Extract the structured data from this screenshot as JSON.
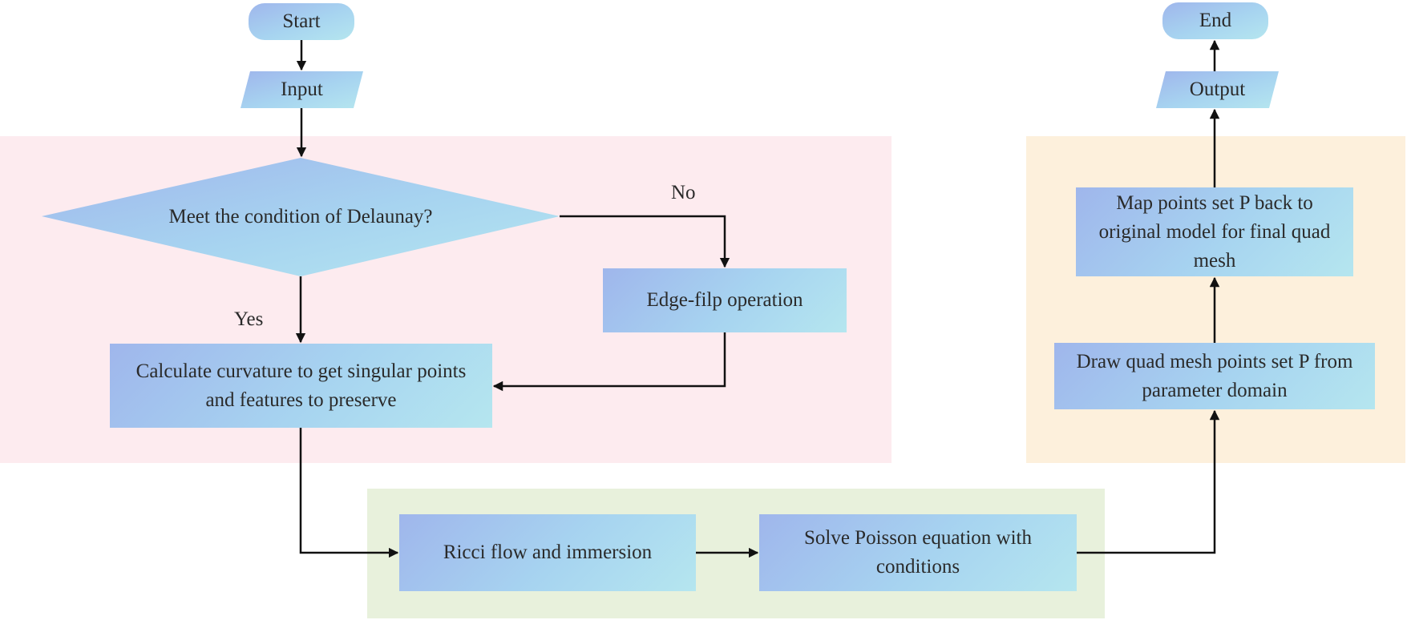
{
  "nodes": {
    "start": "Start",
    "input": "Input",
    "decision": "Meet the condition of Delaunay?",
    "edge_flip": "Edge-filp operation",
    "calculate": "Calculate curvature to get singular points and features to preserve",
    "ricci": "Ricci flow and immersion",
    "poisson": "Solve Poisson equation with conditions",
    "draw_points": "Draw quad mesh points set P from parameter domain",
    "map_points": "Map points set P back to original model for final quad mesh",
    "output": "Output",
    "end": "End"
  },
  "edge_labels": {
    "no": "No",
    "yes": "Yes"
  },
  "colors": {
    "region_preprocess": "#fdebef",
    "region_parameterization": "#e8f1dc",
    "region_meshing": "#fdf0dc",
    "node_gradient_start": "#9fb6ec",
    "node_gradient_end": "#b5e6ef",
    "arrow": "#111111"
  }
}
